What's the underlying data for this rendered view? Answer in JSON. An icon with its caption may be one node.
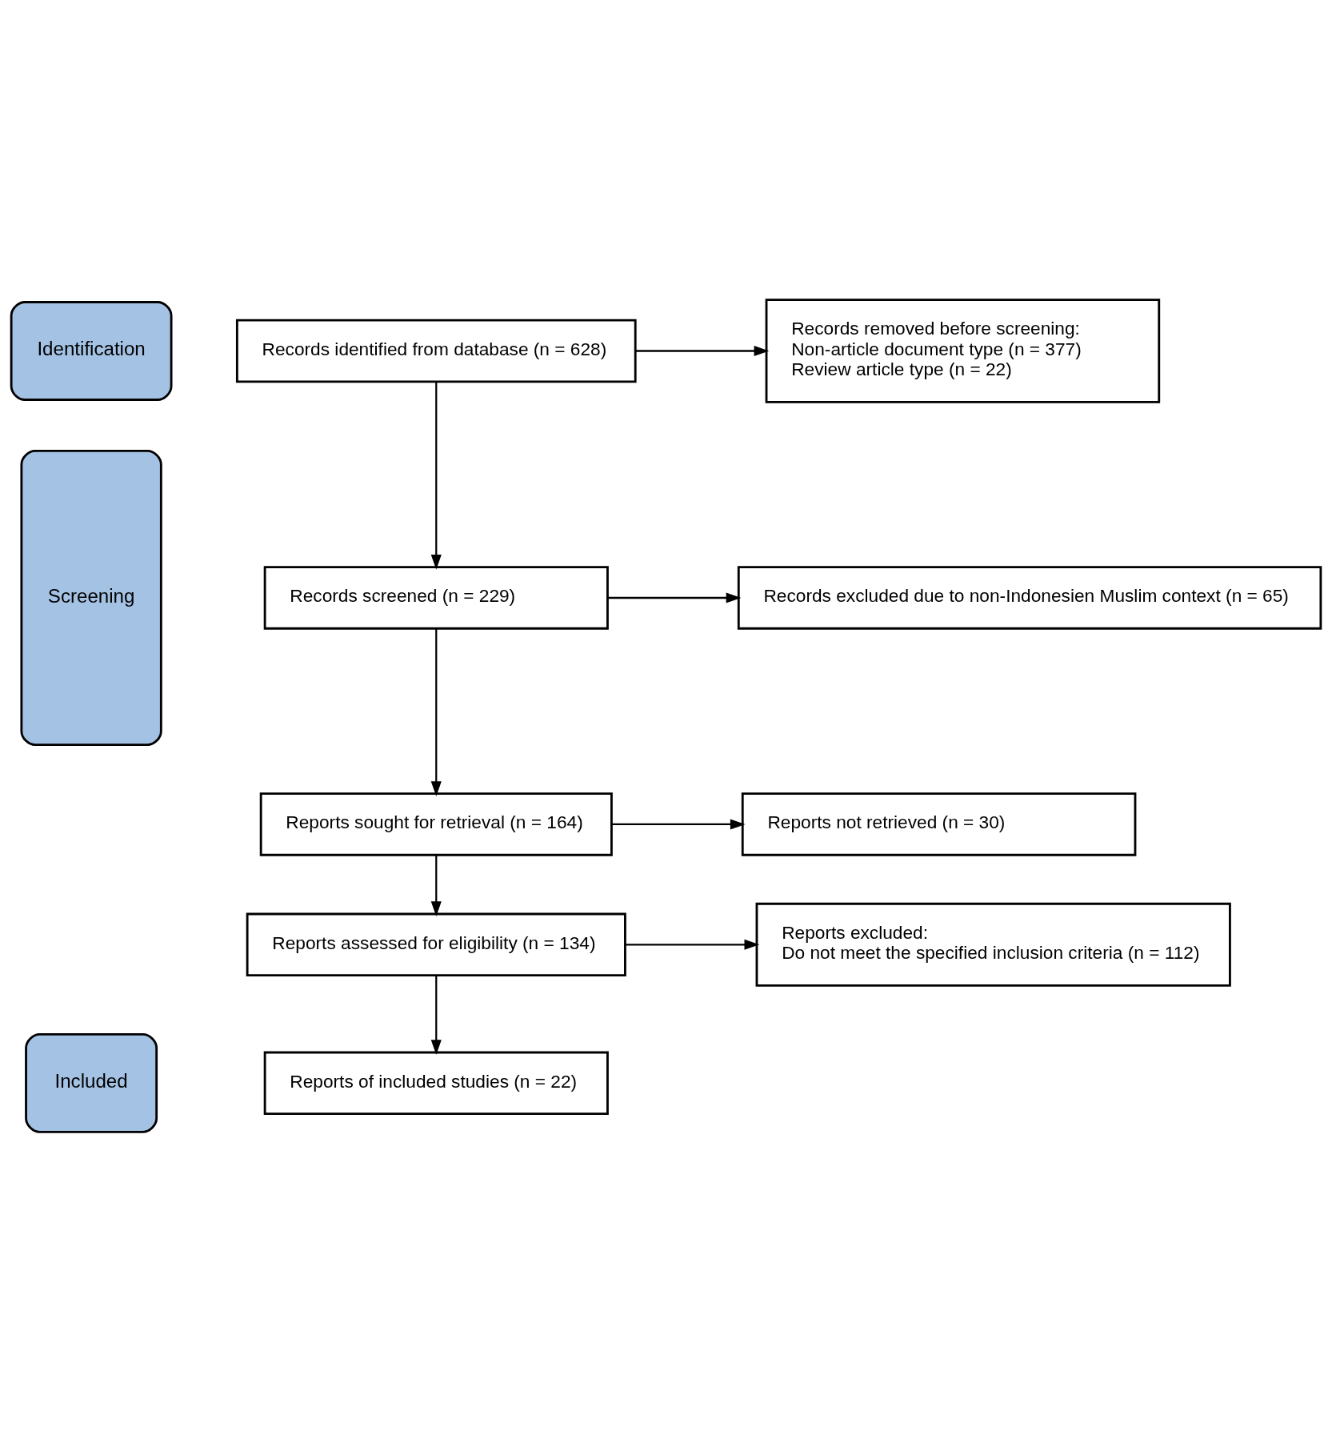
{
  "diagram": {
    "nodes": [
      {
        "text": [
          "Identification"
        ]
      },
      {
        "text": [
          "Records identified from database (n = 628)"
        ]
      },
      {
        "text": [
          "Records removed before screening:",
          "Non-article document type (n = 377)",
          "Review article type (n = 22)"
        ]
      },
      {
        "text": [
          "Screening"
        ]
      },
      {
        "text": [
          "Records screened (n = 229)"
        ]
      },
      {
        "text": [
          "Records excluded due to non-Indonesien Muslim context (n = 65)"
        ]
      },
      {
        "text": [
          "Reports sought for retrieval (n = 164)"
        ]
      },
      {
        "text": [
          "Reports not retrieved (n = 30)"
        ]
      },
      {
        "text": [
          "Reports assessed for eligibility (n = 134)"
        ]
      },
      {
        "text": [
          "Reports excluded:",
          "Do not meet the specified inclusion criteria (n = 112)"
        ]
      },
      {
        "text": [
          "Included"
        ]
      },
      {
        "text": [
          "Reports of included studies (n = 22)"
        ]
      }
    ],
    "edges": [
      {
        "from": 1,
        "to": 2,
        "arrow": "to"
      },
      {
        "from": 1,
        "to": 4,
        "arrow": "to"
      },
      {
        "from": 4,
        "to": 5,
        "arrow": "to"
      },
      {
        "from": 4,
        "to": 6,
        "arrow": "to"
      },
      {
        "from": 6,
        "to": 7,
        "arrow": "to"
      },
      {
        "from": 6,
        "to": 8,
        "arrow": "to"
      },
      {
        "from": 8,
        "to": 9,
        "arrow": "to"
      },
      {
        "from": 8,
        "to": 11,
        "arrow": "to"
      }
    ]
  }
}
